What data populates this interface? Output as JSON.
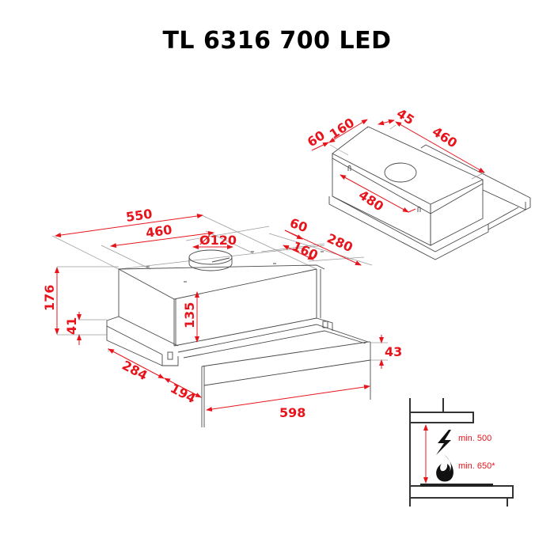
{
  "title": "TL 6316 700 LED",
  "colors": {
    "dimension": "#e8141c",
    "outline": "#4a4a4a",
    "background": "#ffffff"
  },
  "iso_view": {
    "dimensions": {
      "d60": "60",
      "d160": "160",
      "d45": "45",
      "d460": "460",
      "d480": "480"
    }
  },
  "main_view": {
    "dimensions": {
      "d550": "550",
      "d460": "460",
      "d120": "Ø120",
      "d60": "60",
      "d280": "280",
      "d160": "160",
      "d176": "176",
      "d41": "41",
      "d135": "135",
      "d284": "284",
      "d194": "194",
      "d598": "598",
      "d43": "43"
    }
  },
  "clearance": {
    "electric_label": "min. 500",
    "gas_label": "min. 650*",
    "icons": [
      "lightning-icon",
      "flame-icon"
    ]
  }
}
